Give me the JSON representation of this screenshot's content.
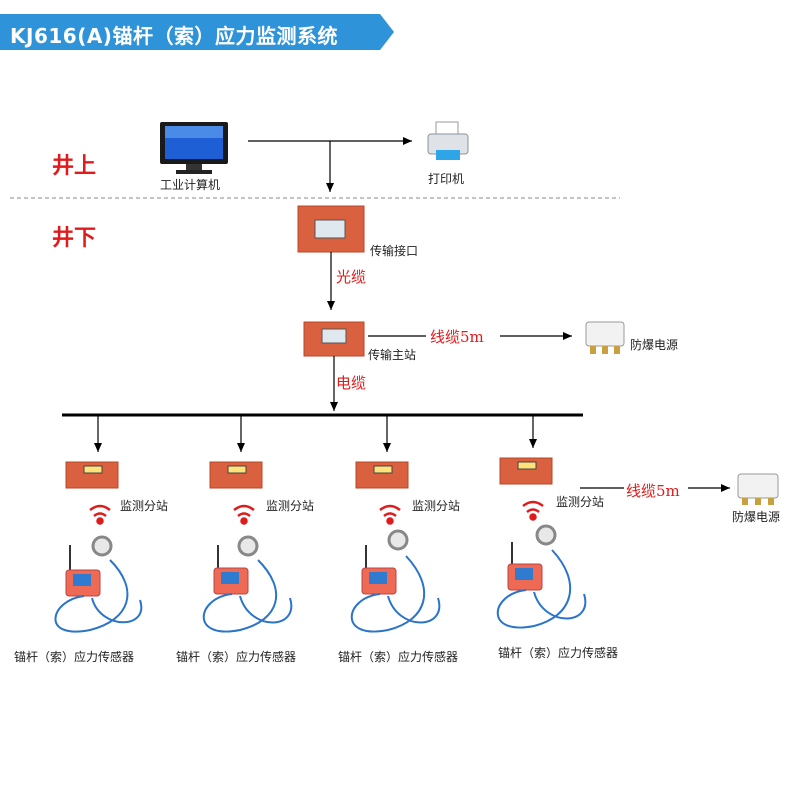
{
  "title": "KJ616(A)锚杆（索）应力监测系统",
  "colors": {
    "banner": "#2f93da",
    "red_text": "#e01b1b",
    "device_box": "#d9613f",
    "cable": "#2a74c9"
  },
  "zones": {
    "above": "井上",
    "below": "井下"
  },
  "nodes": {
    "computer": "工业计算机",
    "printer": "打印机",
    "interface": "传输接口",
    "main_station": "传输主站",
    "power_top": "防爆电源",
    "power_right": "防爆电源"
  },
  "cables": {
    "optical": "光缆",
    "electric": "电缆",
    "wire_top": "线缆5m",
    "wire_right": "线缆5m"
  },
  "substations": [
    {
      "label": "监测分站",
      "sensor": "锚杆（索）应力传感器"
    },
    {
      "label": "监测分站",
      "sensor": "锚杆（索）应力传感器"
    },
    {
      "label": "监测分站",
      "sensor": "锚杆（索）应力传感器"
    },
    {
      "label": "监测分站",
      "sensor": "锚杆（索）应力传感器"
    }
  ]
}
